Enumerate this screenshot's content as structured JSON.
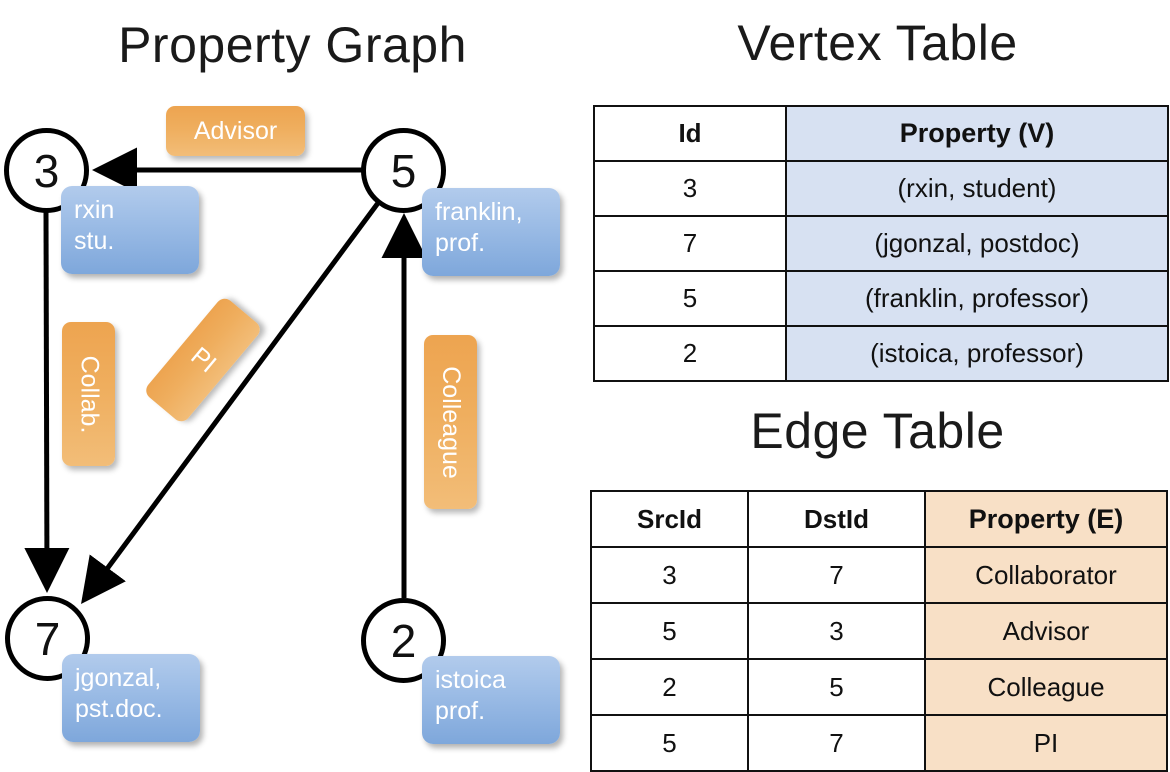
{
  "sections": {
    "graph_title": "Property Graph",
    "vertex_title": "Vertex Table",
    "edge_title": "Edge Table"
  },
  "graph": {
    "nodes": [
      {
        "id": "3",
        "property_lines": [
          "rxin",
          "stu."
        ]
      },
      {
        "id": "5",
        "property_lines": [
          "franklin,",
          "prof."
        ]
      },
      {
        "id": "7",
        "property_lines": [
          "jgonzal,",
          "pst.doc."
        ]
      },
      {
        "id": "2",
        "property_lines": [
          "istoica",
          "prof."
        ]
      }
    ],
    "edge_labels": [
      {
        "name": "advisor",
        "text": "Advisor"
      },
      {
        "name": "collaborator",
        "text": "Collab."
      },
      {
        "name": "pi",
        "text": "PI"
      },
      {
        "name": "colleague",
        "text": "Colleague"
      }
    ]
  },
  "vertex_table": {
    "headers": [
      "Id",
      "Property (V)"
    ],
    "rows": [
      [
        "3",
        "(rxin, student)"
      ],
      [
        "7",
        "(jgonzal, postdoc)"
      ],
      [
        "5",
        "(franklin, professor)"
      ],
      [
        "2",
        "(istoica, professor)"
      ]
    ]
  },
  "edge_table": {
    "headers": [
      "SrcId",
      "DstId",
      "Property (E)"
    ],
    "rows": [
      [
        "3",
        "7",
        "Collaborator"
      ],
      [
        "5",
        "3",
        "Advisor"
      ],
      [
        "2",
        "5",
        "Colleague"
      ],
      [
        "5",
        "7",
        "PI"
      ]
    ]
  },
  "colors": {
    "vertex_property_cell": "#d7e1f2",
    "edge_property_cell": "#f8e0c6",
    "node_box_blue": "#9dbde6",
    "edge_label_orange": "#efae5e",
    "stroke": "#000000"
  }
}
